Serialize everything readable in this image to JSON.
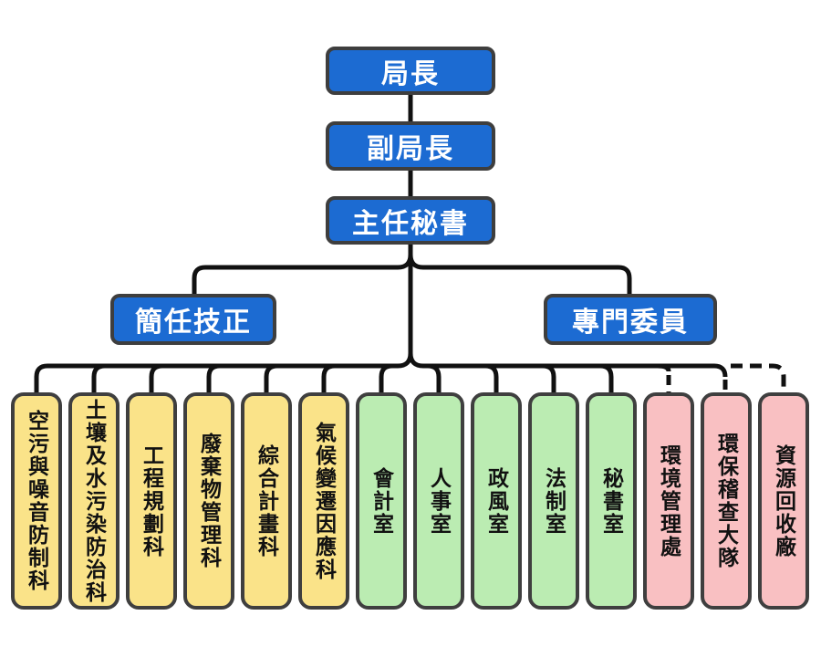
{
  "org_chart": {
    "top_chain": [
      {
        "label": "局長"
      },
      {
        "label": "副局長"
      },
      {
        "label": "主任秘書"
      }
    ],
    "staff": [
      {
        "label": "簡任技正"
      },
      {
        "label": "專門委員"
      }
    ],
    "departments": [
      {
        "label": "空污與噪音防制科",
        "type": "division",
        "connector": "solid"
      },
      {
        "label": "土壤及水污染防治科",
        "type": "division",
        "connector": "solid"
      },
      {
        "label": "工程規劃科",
        "type": "division",
        "connector": "solid"
      },
      {
        "label": "廢棄物管理科",
        "type": "division",
        "connector": "solid"
      },
      {
        "label": "綜合計畫科",
        "type": "division",
        "connector": "solid"
      },
      {
        "label": "氣候變遷因應科",
        "type": "division",
        "connector": "solid"
      },
      {
        "label": "會計室",
        "type": "office",
        "connector": "solid"
      },
      {
        "label": "人事室",
        "type": "office",
        "connector": "solid"
      },
      {
        "label": "政風室",
        "type": "office",
        "connector": "solid"
      },
      {
        "label": "法制室",
        "type": "office",
        "connector": "solid"
      },
      {
        "label": "秘書室",
        "type": "office",
        "connector": "solid"
      },
      {
        "label": "環境管理處",
        "type": "agency",
        "connector": "dashed"
      },
      {
        "label": "環保稽查大隊",
        "type": "agency",
        "connector": "dashed"
      },
      {
        "label": "資源回收廠",
        "type": "agency",
        "connector": "dashed"
      }
    ],
    "colors": {
      "executive_fill": "#1c6bd2",
      "division_fill": "#fae389",
      "office_fill": "#bbecb2",
      "agency_fill": "#f9c0c2",
      "node_border": "#3e3e3e",
      "line": "#111111",
      "executive_text": "#ffffff",
      "department_text": "#111111"
    }
  }
}
